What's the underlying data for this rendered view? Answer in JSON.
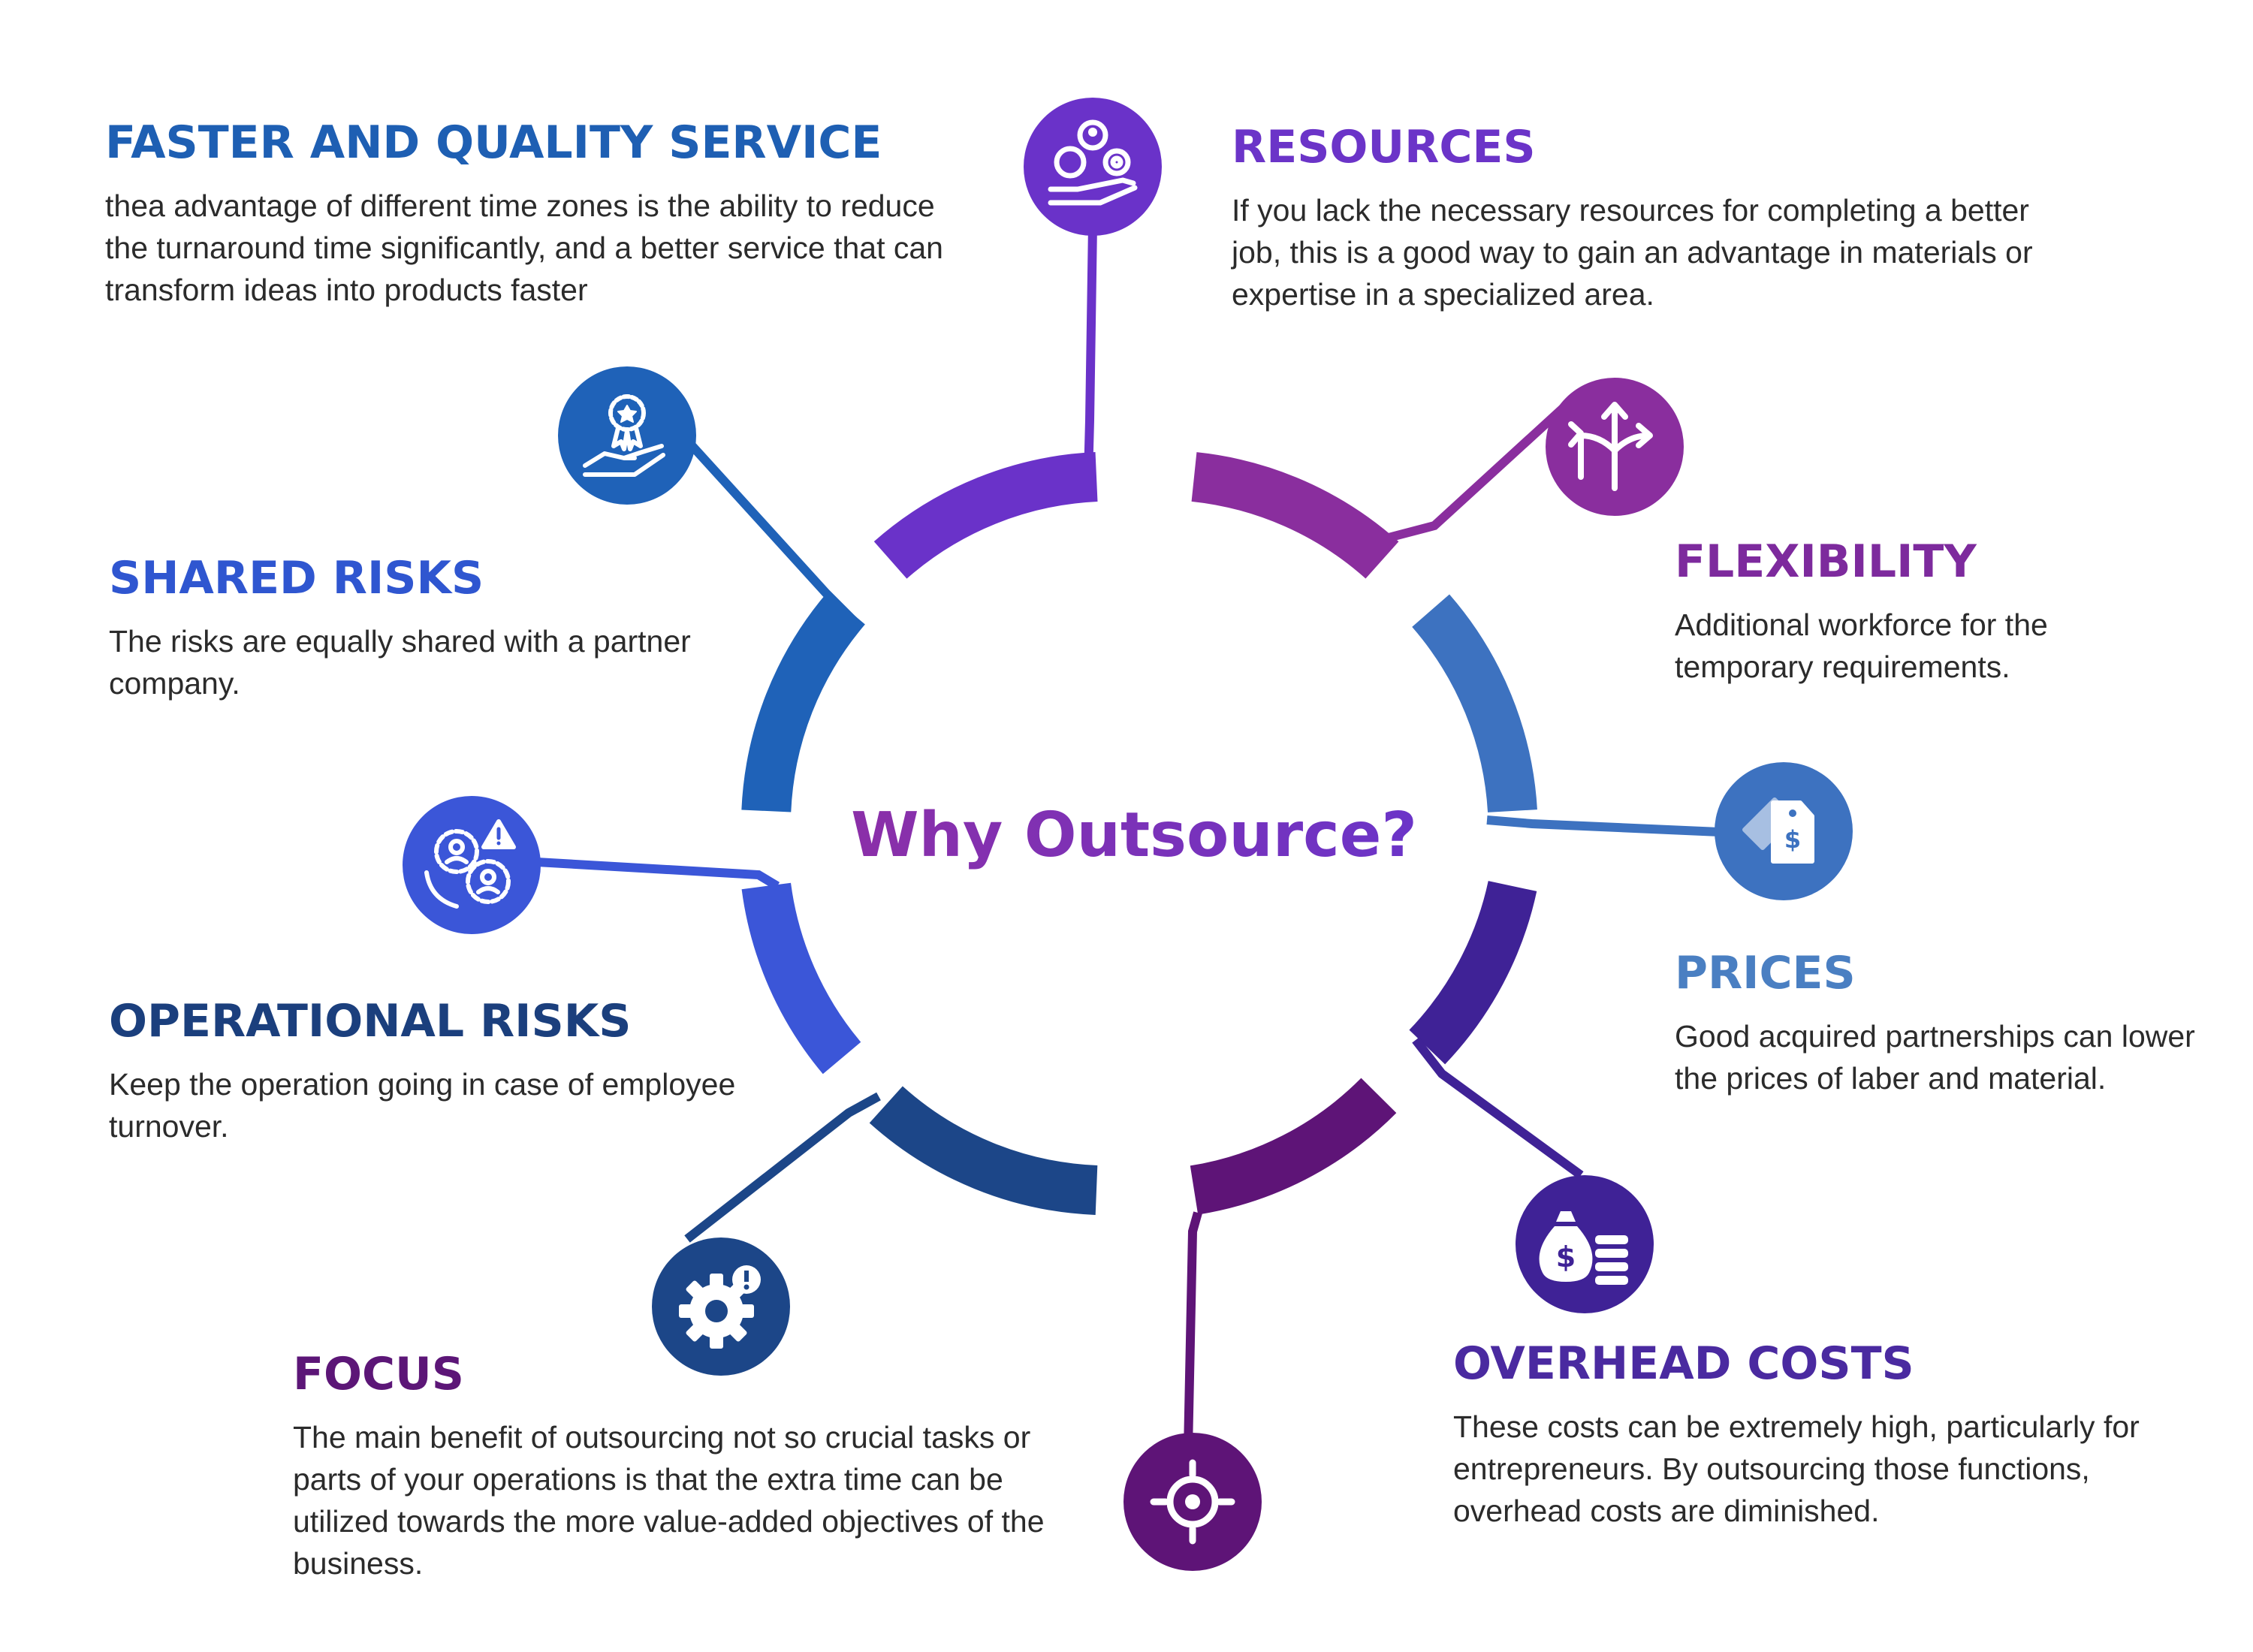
{
  "center": {
    "title": "Why Outsource?"
  },
  "colors": {
    "resources": "#6a32c9",
    "flexibility": "#8a2e9e",
    "prices": "#3d72c0",
    "overhead": "#3f2296",
    "focus": "#5e1477",
    "operational": "#1c4688",
    "shared": "#3b56d8",
    "faster": "#1f62b8",
    "heading_faster": "#1e5fb3",
    "heading_resources": "#6b34c8",
    "heading_flexibility": "#7d2a9d",
    "heading_shared": "#2f56d0",
    "heading_prices": "#4a7fc2",
    "heading_operational": "#1b3f7d",
    "heading_overhead": "#4a2aa0",
    "heading_focus": "#5c1677",
    "center_title_start": "#8b2fa8",
    "center_title_end": "#6b34c8",
    "body_text": "#2b2b2b"
  },
  "sections": {
    "faster": {
      "heading": "FASTER AND QUALITY SERVICE",
      "body": "thea advantage of different time zones is the ability to reduce the turnaround time significantly, and a better service that can transform ideas into products faster",
      "icon": "hand-award-icon"
    },
    "resources": {
      "heading": "RESOURCES",
      "body": "If you lack the necessary resources for completing a better job, this is a good way to gain an advantage in materials or expertise in a specialized area.",
      "icon": "hand-coins-gear-icon"
    },
    "shared": {
      "heading": "SHARED RISKS",
      "body": "The risks are equally shared with a partner company.",
      "icon": "people-gears-warning-icon"
    },
    "flexibility": {
      "heading": "FLEXIBILITY",
      "body": "Additional workforce for the temporary requirements.",
      "icon": "split-arrows-icon"
    },
    "prices": {
      "heading": "PRICES",
      "body": "Good acquired partnerships can lower the prices of laber and material.",
      "icon": "price-tags-icon"
    },
    "operational": {
      "heading": "OPERATIONAL RISKS",
      "body": "Keep the operation going in case of employee turnover.",
      "icon": "gear-warning-icon"
    },
    "overhead": {
      "heading": "OVERHEAD COSTS",
      "body": "These costs can be extremely high, particularly for entrepreneurs. By outsourcing those functions, overhead costs are diminished.",
      "icon": "money-bag-coins-icon"
    },
    "focus": {
      "heading": "FOCUS",
      "body": "The main benefit of outsourcing not so crucial tasks or parts of your operations is that the extra time can be utilized towards the more value-added objectives of the business.",
      "icon": "target-icon"
    }
  }
}
